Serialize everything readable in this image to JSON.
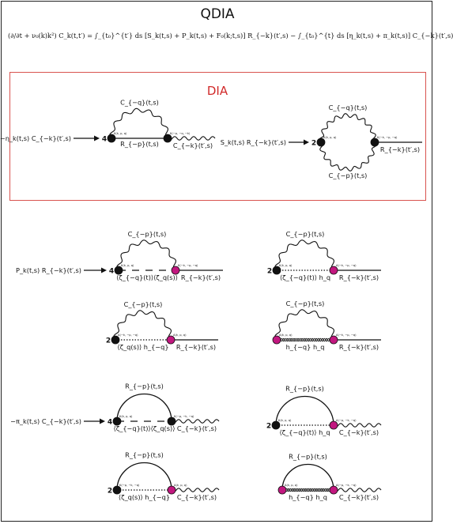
{
  "title": "QDIA",
  "equation": "(∂/∂t + ν₀(k)k²) C_k(t,t′) = ∫_{t₀}^{t′} ds [S_k(t,s) + P_k(t,s) + F₀(k;t,s)] R_{−k}(t′,s) − ∫_{t₀}^{t} ds [η_k(t,s) + π_k(t,s)] C_{−k}(t′,s)",
  "dia_title": "DIA",
  "colors": {
    "accent_red": "#d12a2a",
    "vertex_black": "#111111",
    "vertex_magenta": "#c2177f"
  },
  "dia": {
    "d1": {
      "left_term": "−η_k(t,s) C_{−k}(t′,s)",
      "number": "4",
      "top": "C_{−q}(t,s)",
      "bottom": "R_{−p}(t,s)",
      "right": "C_{−k}(t′,s)",
      "v1": "K(k, p, q)",
      "v2": "K(−p, −q, −k)"
    },
    "d2": {
      "left_term": "S_k(t,s) R_{−k}(t′,s)",
      "number": "2",
      "top": "C_{−q}(t,s)",
      "bottom": "C_{−p}(t,s)",
      "right": "R_{−k}(t′,s)",
      "v1": "K(k, p, q)",
      "v2": "K(−k, −p, −q)"
    }
  },
  "qdia_p": {
    "d3": {
      "left_term": "P_k(t,s) R_{−k}(t′,s)",
      "number": "4",
      "top": "C_{−p}(t,s)",
      "mid": "⟨ζ_{−q}(t)⟩⟨ζ_q(s)⟩",
      "right": "R_{−k}(t′,s)",
      "v1": "K(k, p, q)",
      "v2": "K(−k, −p, −q)"
    },
    "d4": {
      "number": "2",
      "top": "C_{−p}(t,s)",
      "mid": "⟨ζ_{−q}(t)⟩ h_q",
      "right": "R_{−k}(t′,s)",
      "v1": "K(k, p, q)",
      "v2": "A(−k, −p, −q)"
    },
    "d5": {
      "number": "2",
      "top": "C_{−p}(t,s)",
      "mid": "⟨ζ_q(s)⟩ h_{−q}",
      "right": "R_{−k}(t′,s)",
      "v1": "A(−k, −p, −q)",
      "v2": "A(k, p, q)"
    },
    "d6": {
      "top": "C_{−p}(t,s)",
      "mid": "h_{−q} h_q",
      "right": "R_{−k}(t′,s)",
      "v1": "A(k, p, q)",
      "v2": "A(−k, −p, −q)"
    }
  },
  "qdia_pi": {
    "d7": {
      "left_term": "−π_k(t,s) C_{−k}(t′,s)",
      "number": "4",
      "top": "R_{−p}(t,s)",
      "mid": "⟨ζ_{−q}(t)⟩⟨ζ_q(s)⟩",
      "right": "C_{−k}(t′,s)",
      "v1": "K(k, p, q)",
      "v2": "K(−p, −k, −q)"
    },
    "d8": {
      "number": "2",
      "top": "R_{−p}(t,s)",
      "mid": "⟨ζ_{−q}(t)⟩ h_q",
      "right": "C_{−k}(t′,s)",
      "v1": "K(k, p, q)",
      "v2": "A(−p, −k, −q)"
    },
    "d9": {
      "number": "2",
      "top": "R_{−p}(t,s)",
      "mid": "⟨ζ_q(s)⟩ h_{−q}",
      "right": "C_{−k}(t′,s)",
      "v1": "K(−p, −k, −q)",
      "v2": "A(k, p, q)"
    },
    "d10": {
      "top": "R_{−p}(t,s)",
      "mid": "h_{−q} h_q",
      "right": "C_{−k}(t′,s)",
      "v1": "A(k, p, q)",
      "v2": "A(−p, −k, −q)"
    }
  }
}
